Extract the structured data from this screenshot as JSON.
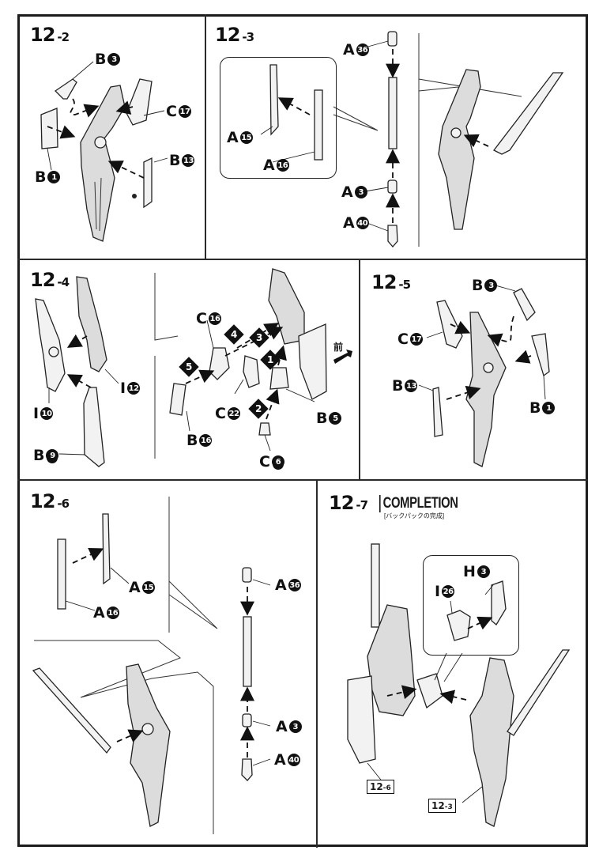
{
  "document": {
    "type": "model kit assembly instructions page",
    "steps": [
      {
        "id": "12-2",
        "number": "12",
        "sub": "-2",
        "parts": [
          {
            "runner": "B",
            "num": "3"
          },
          {
            "runner": "C",
            "num": "17"
          },
          {
            "runner": "B",
            "num": "1"
          },
          {
            "runner": "B",
            "num": "13"
          }
        ]
      },
      {
        "id": "12-3",
        "number": "12",
        "sub": "-3",
        "parts": [
          {
            "runner": "A",
            "num": "36"
          },
          {
            "runner": "A",
            "num": "15"
          },
          {
            "runner": "A",
            "num": "16"
          },
          {
            "runner": "A",
            "num": "3"
          },
          {
            "runner": "A",
            "num": "40"
          }
        ]
      },
      {
        "id": "12-4",
        "number": "12",
        "sub": "-4",
        "parts": [
          {
            "runner": "I",
            "num": "12"
          },
          {
            "runner": "I",
            "num": "10"
          },
          {
            "runner": "B",
            "num": "9",
            "underlined": true
          },
          {
            "runner": "C",
            "num": "16"
          },
          {
            "runner": "C",
            "num": "22"
          },
          {
            "runner": "B",
            "num": "5"
          },
          {
            "runner": "B",
            "num": "16"
          },
          {
            "runner": "C",
            "num": "6",
            "underlined": true
          }
        ],
        "order_markers": [
          "1",
          "2",
          "3",
          "4",
          "5"
        ],
        "front_label": "前"
      },
      {
        "id": "12-5",
        "number": "12",
        "sub": "-5",
        "parts": [
          {
            "runner": "B",
            "num": "3"
          },
          {
            "runner": "C",
            "num": "17"
          },
          {
            "runner": "B",
            "num": "1"
          },
          {
            "runner": "B",
            "num": "13"
          }
        ]
      },
      {
        "id": "12-6",
        "number": "12",
        "sub": "-6",
        "parts": [
          {
            "runner": "A",
            "num": "15"
          },
          {
            "runner": "A",
            "num": "16"
          },
          {
            "runner": "A",
            "num": "36"
          },
          {
            "runner": "A",
            "num": "3"
          },
          {
            "runner": "A",
            "num": "40"
          }
        ]
      },
      {
        "id": "12-7",
        "number": "12",
        "sub": "-7",
        "title": "COMPLETION",
        "subtitle_jp": "[バックパックの完成]",
        "parts": [
          {
            "runner": "H",
            "num": "3"
          },
          {
            "runner": "I",
            "num": "26"
          }
        ],
        "references": [
          {
            "number": "12",
            "sub": "-6"
          },
          {
            "number": "12",
            "sub": "-3"
          }
        ]
      }
    ]
  }
}
